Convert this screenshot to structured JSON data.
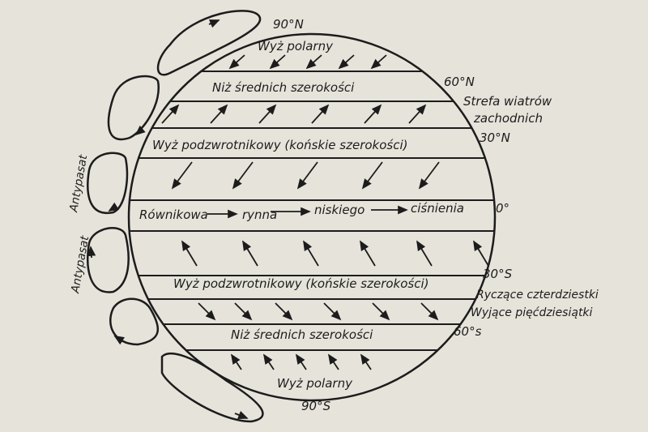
{
  "labels": {
    "n90": "90°N",
    "polar_high_n": "Wyż polarny",
    "mid_low_n": "Niż średnich szerokości",
    "n60": "60°N",
    "westerlies": "Strefa wiatrów",
    "westerlies2": "zachodnich",
    "n30": "30°N",
    "subtrop_n": "Wyż podzwrotnikowy (końskie szerokości)",
    "eq1": "Równikowa",
    "eq2": "rynna",
    "eq3": "niskiego",
    "eq4": "ciśnienia",
    "eq0": "0°",
    "s30": "30°S",
    "subtrop_s": "Wyż podzwrotnikowy (końskie szerokości)",
    "roaring40": "Ryczące czterdziestki",
    "furious50": "Wyjące pięćdziesiątki",
    "s60": "60°s",
    "mid_low_s": "Niż średnich szerokości",
    "polar_high_s": "Wyż polarny",
    "s90": "90°S",
    "antitrade1": "Antypasat",
    "antitrade2": "Antypasat"
  },
  "colors": {
    "ink": "#1c1c1c",
    "paper": "#e6e3da"
  }
}
